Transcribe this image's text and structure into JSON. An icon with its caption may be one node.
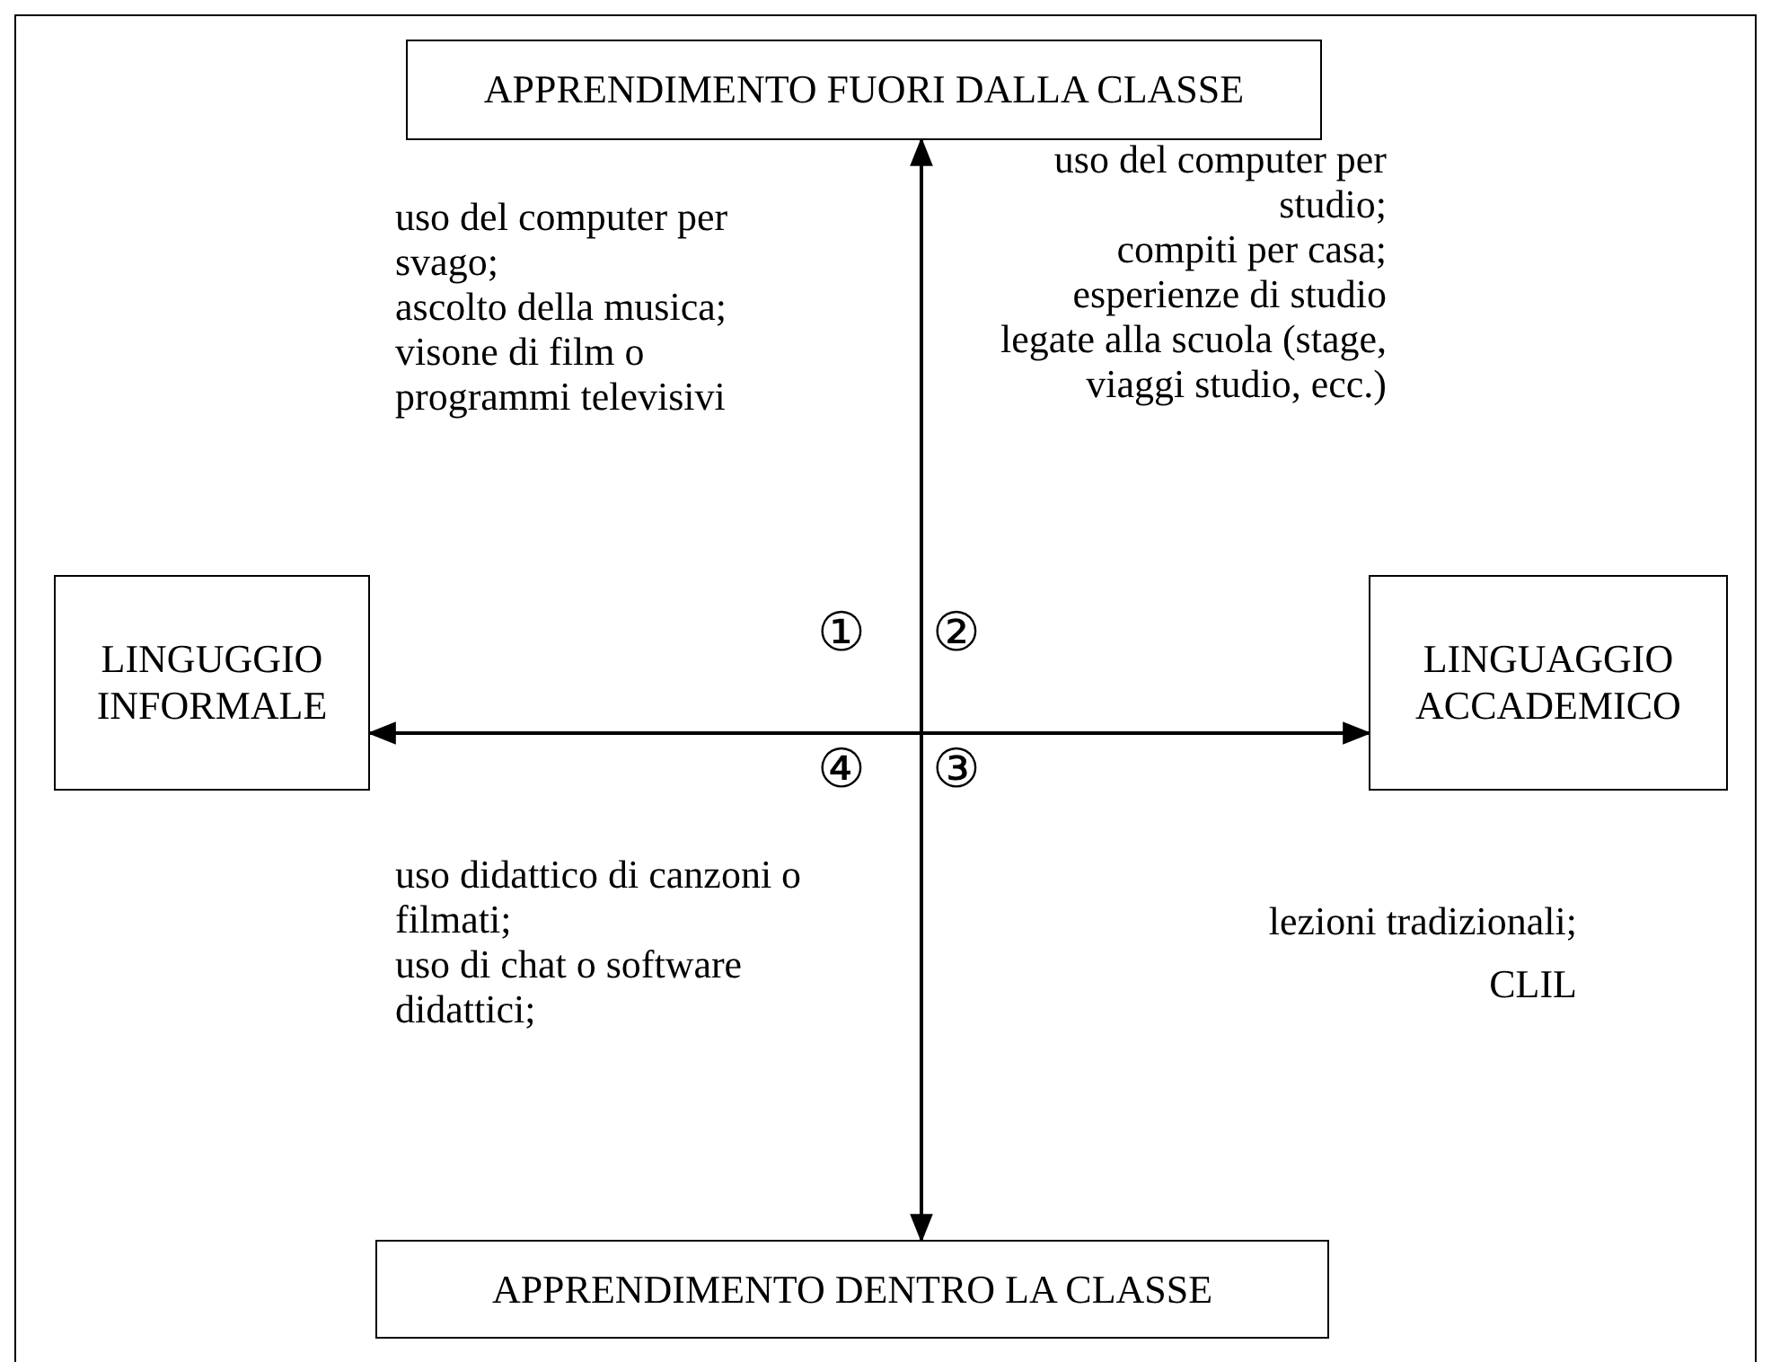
{
  "diagram": {
    "nodes": [
      {
        "text": [
          "APPRENDIMENTO FUORI DALLA CLASSE"
        ]
      },
      {
        "text": [
          "LINGUGGIO INFORMALE"
        ]
      },
      {
        "text": [
          "LINGUAGGIO ACCADEMICO"
        ]
      },
      {
        "text": [
          "APPRENDIMENTO DENTRO LA CLASSE"
        ]
      }
    ],
    "edges": [
      {
        "from": 1,
        "to": 2,
        "arrow": "both"
      },
      {
        "from": 0,
        "to": 3,
        "arrow": "both"
      }
    ],
    "labels": [
      "uso del computer per svago;",
      "ascolto della musica;",
      "visone di film o programmi televisivi",
      "uso del computer per studio;",
      "compiti per casa;",
      "esperienze di studio legate alla scuola (stage, viaggi studio, ecc.)",
      "①",
      "②",
      "④",
      "③",
      "uso didattico di canzoni o filmati;",
      "uso di chat o software didattici;",
      "lezioni tradizionali;",
      "CLIL"
    ]
  }
}
